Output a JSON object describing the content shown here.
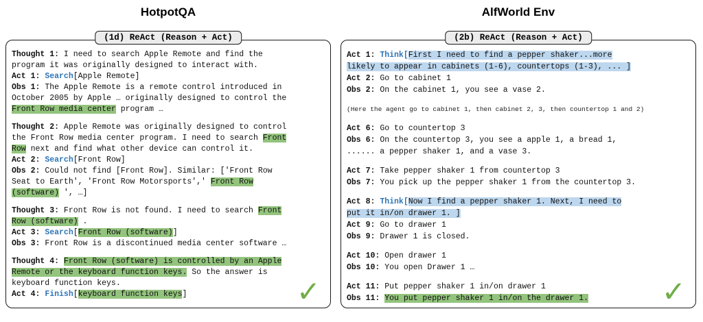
{
  "colors": {
    "green_hl": "#93c47d",
    "blue_hl": "#bdd7ee",
    "keyword_blue": "#2e75b6",
    "check_green": "#70ad47"
  },
  "icons": {
    "check": "✓"
  },
  "panels": [
    {
      "title": "HotpotQA",
      "tag": "(1d) ReAct (Reason + Act)",
      "lines": [
        [
          [
            "b",
            "Thought 1:"
          ],
          [
            "p",
            " I need to search Apple Remote and find the"
          ]
        ],
        [
          [
            "p",
            "program it was originally designed to interact with."
          ]
        ],
        [
          [
            "b",
            "Act 1:"
          ],
          [
            "p",
            " "
          ],
          [
            "k",
            "Search"
          ],
          [
            "p",
            "[Apple Remote]"
          ]
        ],
        [
          [
            "b",
            "Obs 1:"
          ],
          [
            "p",
            " The Apple Remote is a remote control introduced in"
          ]
        ],
        [
          [
            "p",
            "October 2005 by Apple … originally designed to control the"
          ]
        ],
        [
          [
            "g",
            "Front Row media center"
          ],
          [
            "p",
            " program …"
          ]
        ],
        [],
        [
          [
            "b",
            "Thought 2:"
          ],
          [
            "p",
            " Apple Remote was originally designed to control"
          ]
        ],
        [
          [
            "p",
            "the Front Row media center program. I need to search "
          ],
          [
            "g",
            "Front"
          ]
        ],
        [
          [
            "g",
            "Row"
          ],
          [
            "p",
            " next and find what other device can control it."
          ]
        ],
        [
          [
            "b",
            "Act 2:"
          ],
          [
            "p",
            " "
          ],
          [
            "k",
            "Search"
          ],
          [
            "p",
            "[Front Row]"
          ]
        ],
        [
          [
            "b",
            "Obs 2:"
          ],
          [
            "p",
            " Could not find [Front Row]. Similar: ['Front Row"
          ]
        ],
        [
          [
            "p",
            "Seat to Earth', 'Front Row Motorsports',' "
          ],
          [
            "g",
            "Front Row"
          ]
        ],
        [
          [
            "g",
            "(software)"
          ],
          [
            "p",
            " ', …]"
          ]
        ],
        [],
        [
          [
            "b",
            "Thought 3:"
          ],
          [
            "p",
            " Front Row is not found. I need to search "
          ],
          [
            "g",
            "Front"
          ]
        ],
        [
          [
            "g",
            "Row (software)"
          ],
          [
            "p",
            " ."
          ]
        ],
        [
          [
            "b",
            "Act 3:"
          ],
          [
            "p",
            " "
          ],
          [
            "k",
            "Search"
          ],
          [
            "p",
            "["
          ],
          [
            "g",
            "Front Row (software)"
          ],
          [
            "p",
            "]"
          ]
        ],
        [
          [
            "b",
            "Obs 3:"
          ],
          [
            "p",
            " Front Row is a discontinued media center software …"
          ]
        ],
        [],
        [
          [
            "b",
            "Thought 4:"
          ],
          [
            "p",
            " "
          ],
          [
            "g",
            "Front Row (software) is controlled by an Apple"
          ]
        ],
        [
          [
            "g",
            "Remote or the keyboard function keys."
          ],
          [
            "p",
            " So the answer is"
          ]
        ],
        [
          [
            "p",
            "keyboard function keys."
          ]
        ],
        [
          [
            "b",
            "Act 4:"
          ],
          [
            "p",
            " "
          ],
          [
            "k",
            "Finish"
          ],
          [
            "p",
            "["
          ],
          [
            "g",
            "keyboard function keys"
          ],
          [
            "p",
            "]"
          ]
        ]
      ]
    },
    {
      "title": "AlfWorld Env",
      "tag": "(2b) ReAct (Reason + Act)",
      "lines": [
        [
          [
            "b",
            "Act 1:"
          ],
          [
            "p",
            " "
          ],
          [
            "k",
            "Think["
          ],
          [
            "lb",
            "First I need to find a pepper shaker...more"
          ]
        ],
        [
          [
            "lb",
            "likely to appear in cabinets (1-6), countertops (1-3), ... ]"
          ]
        ],
        [
          [
            "b",
            "Act 2:"
          ],
          [
            "p",
            " Go to cabinet 1"
          ]
        ],
        [
          [
            "b",
            "Obs 2:"
          ],
          [
            "p",
            " On the cabinet 1, you see a vase 2."
          ]
        ],
        [],
        [
          [
            "sm",
            "(Here the agent go to cabinet 1, then cabinet 2, 3, then countertop 1 and 2)"
          ]
        ],
        [],
        [
          [
            "b",
            "Act 6:"
          ],
          [
            "p",
            " Go to countertop 3"
          ]
        ],
        [
          [
            "b",
            "Obs 6:"
          ],
          [
            "p",
            " On the countertop 3, you see a apple 1, a bread 1,"
          ]
        ],
        [
          [
            "p",
            "...... a pepper shaker 1, and a vase 3."
          ]
        ],
        [],
        [
          [
            "b",
            "Act 7:"
          ],
          [
            "p",
            " Take pepper shaker 1 from countertop 3"
          ]
        ],
        [
          [
            "b",
            "Obs 7:"
          ],
          [
            "p",
            " You pick up the pepper shaker 1 from the countertop 3."
          ]
        ],
        [],
        [
          [
            "b",
            "Act 8:"
          ],
          [
            "p",
            " "
          ],
          [
            "k",
            "Think["
          ],
          [
            "lb",
            "Now I find a pepper shaker 1. Next, I need to"
          ]
        ],
        [
          [
            "lb",
            "put it in/on drawer 1. ]"
          ]
        ],
        [
          [
            "b",
            "Act 9:"
          ],
          [
            "p",
            " Go to drawer 1"
          ]
        ],
        [
          [
            "b",
            "Obs 9:"
          ],
          [
            "p",
            " Drawer 1 is closed."
          ]
        ],
        [],
        [
          [
            "b",
            "Act 10:"
          ],
          [
            "p",
            " Open drawer 1"
          ]
        ],
        [
          [
            "b",
            "Obs 10:"
          ],
          [
            "p",
            " You open Drawer 1 …"
          ]
        ],
        [],
        [
          [
            "b",
            "Act 11:"
          ],
          [
            "p",
            " Put pepper shaker 1 in/on drawer 1"
          ]
        ],
        [
          [
            "b",
            "Obs 11:"
          ],
          [
            "p",
            " "
          ],
          [
            "g",
            "You put pepper shaker 1 in/on the drawer 1."
          ]
        ]
      ]
    }
  ]
}
